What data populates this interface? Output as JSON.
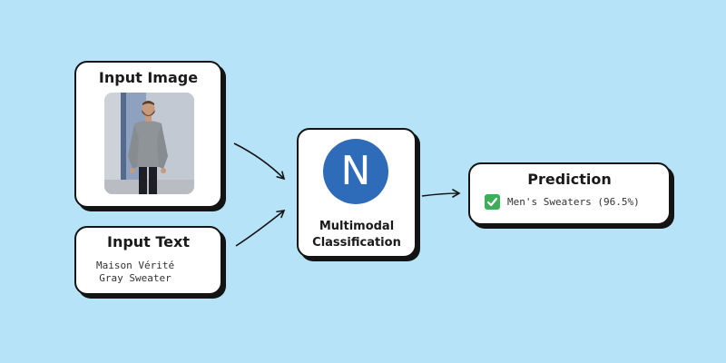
{
  "input_image": {
    "title": "Input Image"
  },
  "input_text": {
    "title": "Input Text",
    "lines": [
      "Maison Vérité",
      "Gray Sweater"
    ]
  },
  "model": {
    "logo_letter": "N",
    "label_lines": [
      "Multimodal",
      "Classification"
    ]
  },
  "prediction": {
    "title": "Prediction",
    "result": "Men's Sweaters (96.5%)",
    "status_icon": "check-icon"
  },
  "colors": {
    "background": "#b6e3f8",
    "logo": "#2e6bb8",
    "check": "#3fae5a"
  }
}
